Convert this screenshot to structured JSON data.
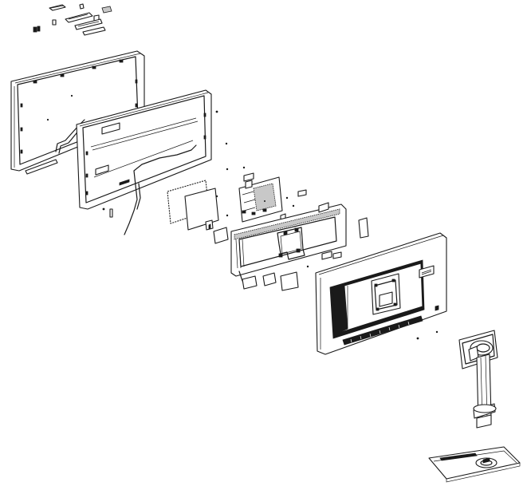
{
  "figure": {
    "kind": "exploded-view-line-drawing",
    "stroke_color": "#1a1a1a",
    "background": "#ffffff",
    "parts": [
      "accessory-small-parts",
      "front-bezel",
      "display-panel",
      "shield-sheet",
      "main-board",
      "middle-frame",
      "back-cover",
      "stand-neck",
      "stand-base"
    ]
  }
}
